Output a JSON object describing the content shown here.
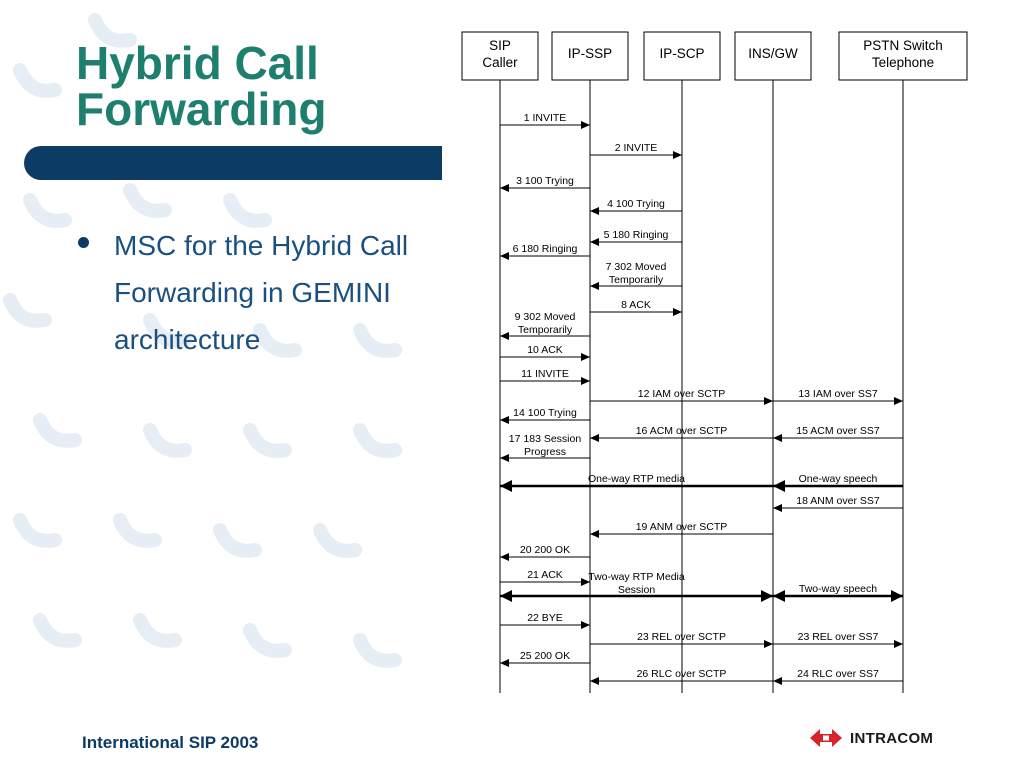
{
  "slide": {
    "title_line1": "Hybrid Call",
    "title_line2": "Forwarding",
    "bullet": "MSC for the Hybrid Call Forwarding in GEMINI architecture",
    "footer": "International SIP 2003",
    "logo_text": "INTRACOM"
  },
  "colors": {
    "title": "#1f7f6f",
    "bar": "#0c3b64",
    "bullet_text": "#1a5080",
    "logo_red": "#d8232a"
  },
  "diagram": {
    "entities": [
      {
        "lines": [
          "SIP",
          "Caller"
        ]
      },
      {
        "lines": [
          "IP-SSP"
        ]
      },
      {
        "lines": [
          "IP-SCP"
        ]
      },
      {
        "lines": [
          "INS/GW"
        ]
      },
      {
        "lines": [
          "PSTN Switch",
          "Telephone"
        ]
      }
    ],
    "messages": [
      {
        "from": 0,
        "to": 1,
        "label": [
          "1 INVITE"
        ]
      },
      {
        "from": 1,
        "to": 2,
        "label": [
          "2 INVITE"
        ]
      },
      {
        "from": 1,
        "to": 0,
        "label": [
          "3 100 Trying"
        ]
      },
      {
        "from": 2,
        "to": 1,
        "label": [
          "4 100 Trying"
        ]
      },
      {
        "from": 2,
        "to": 1,
        "label": [
          "5 180 Ringing"
        ]
      },
      {
        "from": 1,
        "to": 0,
        "label": [
          "6 180 Ringing"
        ]
      },
      {
        "from": 2,
        "to": 1,
        "label": [
          "7 302 Moved",
          "Temporarily"
        ]
      },
      {
        "from": 1,
        "to": 2,
        "label": [
          "8 ACK"
        ]
      },
      {
        "from": 1,
        "to": 0,
        "label": [
          "9 302 Moved",
          "Temporarily"
        ]
      },
      {
        "from": 0,
        "to": 1,
        "label": [
          "10 ACK"
        ]
      },
      {
        "from": 0,
        "to": 1,
        "label": [
          "11 INVITE"
        ]
      },
      {
        "from": 1,
        "to": 3,
        "label": [
          "12 IAM over SCTP"
        ]
      },
      {
        "from": 3,
        "to": 4,
        "label": [
          "13 IAM over SS7"
        ]
      },
      {
        "from": 1,
        "to": 0,
        "label": [
          "14 100 Trying"
        ]
      },
      {
        "from": 4,
        "to": 3,
        "label": [
          "15 ACM over SS7"
        ]
      },
      {
        "from": 3,
        "to": 1,
        "label": [
          "16 ACM over SCTP"
        ]
      },
      {
        "from": 1,
        "to": 0,
        "label": [
          "17 183 Session",
          "Progress"
        ]
      },
      {
        "from": 3,
        "to": 0,
        "label": [
          "One-way RTP media"
        ],
        "bold": true
      },
      {
        "from": 4,
        "to": 3,
        "label": [
          "One-way speech"
        ],
        "bold": true
      },
      {
        "from": 4,
        "to": 3,
        "label": [
          "18 ANM over SS7"
        ]
      },
      {
        "from": 3,
        "to": 1,
        "label": [
          "19 ANM over SCTP"
        ]
      },
      {
        "from": 1,
        "to": 0,
        "label": [
          "20 200 OK"
        ]
      },
      {
        "from": 0,
        "to": 1,
        "label": [
          "21 ACK"
        ]
      },
      {
        "from": 0,
        "to": 3,
        "label": [
          "Two-way RTP Media",
          "Session"
        ],
        "bold": true,
        "both": true
      },
      {
        "from": 3,
        "to": 4,
        "label": [
          "Two-way speech"
        ],
        "bold": true,
        "both": true
      },
      {
        "from": 0,
        "to": 1,
        "label": [
          "22 BYE"
        ]
      },
      {
        "from": 1,
        "to": 3,
        "label": [
          "23 REL over SCTP"
        ]
      },
      {
        "from": 3,
        "to": 4,
        "label": [
          "23 REL over SS7"
        ]
      },
      {
        "from": 1,
        "to": 0,
        "label": [
          "25 200 OK"
        ]
      },
      {
        "from": 4,
        "to": 3,
        "label": [
          "24 RLC over SS7"
        ]
      },
      {
        "from": 3,
        "to": 1,
        "label": [
          "26 RLC over SCTP"
        ]
      }
    ]
  }
}
